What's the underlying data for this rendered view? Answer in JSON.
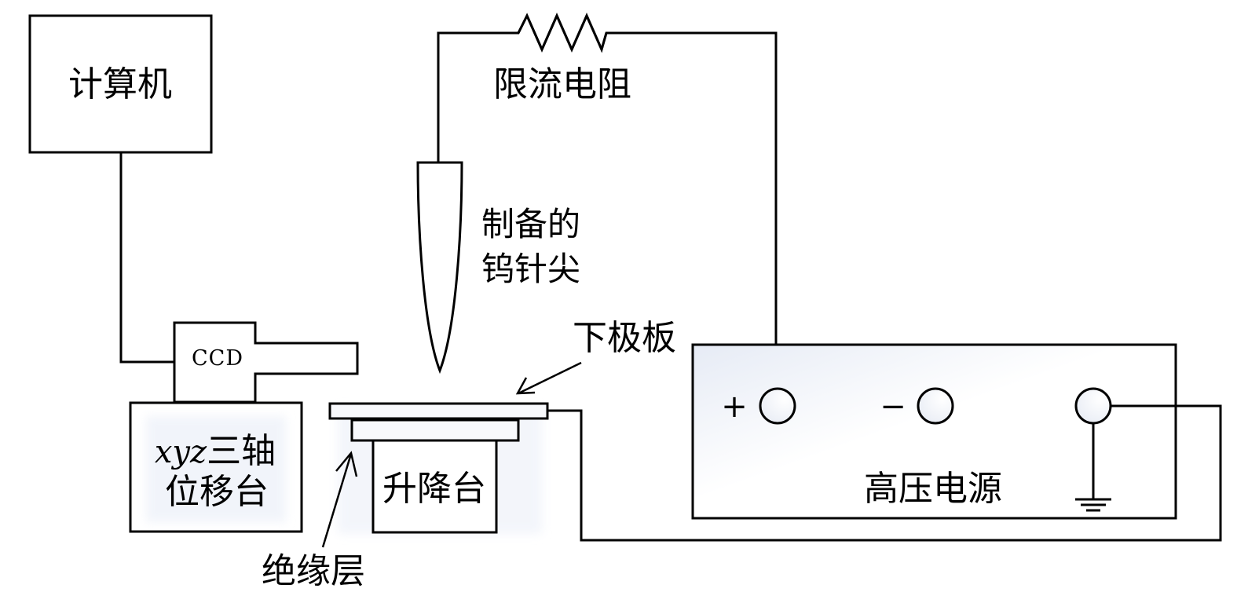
{
  "diagram": {
    "title": "Tungsten tip preparation / discharge setup schematic",
    "colors": {
      "line": "#000000",
      "background": "#ffffff",
      "panel_shade": "#e8edf6"
    },
    "components": {
      "computer": {
        "label": "计算机"
      },
      "ccd": {
        "label": "CCD"
      },
      "xyz_stage": {
        "label_math": "xyz",
        "label_line1_suffix": "三轴",
        "label_line2": "位移台"
      },
      "resistor": {
        "label": "限流电阻"
      },
      "tungsten_tip": {
        "label_line1": "制备的",
        "label_line2": "钨针尖"
      },
      "lower_plate": {
        "label": "下极板"
      },
      "insulation_layer": {
        "label": "绝缘层"
      },
      "lift_stage": {
        "label": "升降台"
      },
      "hv_supply": {
        "label": "高压电源",
        "terminals": [
          {
            "name": "positive",
            "sign": "+"
          },
          {
            "name": "negative",
            "sign": "−"
          },
          {
            "name": "ground",
            "sign": ""
          }
        ]
      }
    }
  }
}
